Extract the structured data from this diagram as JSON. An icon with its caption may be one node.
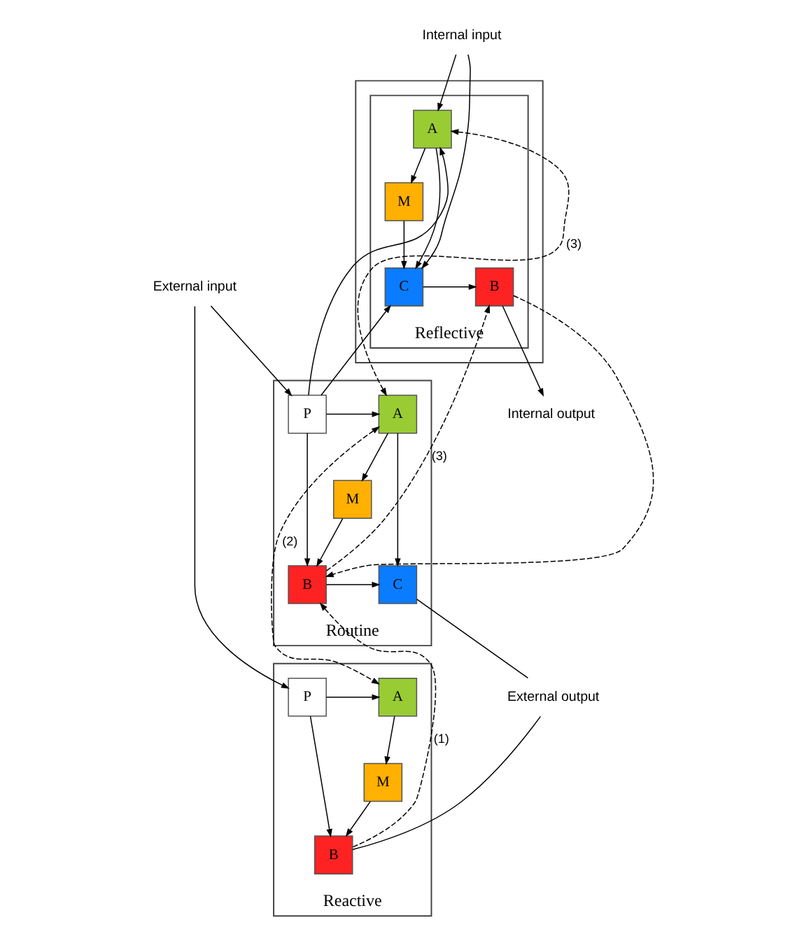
{
  "diagram": {
    "nodes": [
      {
        "text": [],
        "shape": "box"
      },
      {
        "text": [
          "Reflective"
        ],
        "in": 0
      },
      {
        "text": [
          "A"
        ],
        "in": 1
      },
      {
        "text": [
          "M"
        ],
        "in": 1
      },
      {
        "text": [
          "B"
        ],
        "in": 1
      },
      {
        "text": [
          "C"
        ],
        "in": 1
      },
      {
        "text": [
          "Routine"
        ]
      },
      {
        "text": [
          "P"
        ],
        "in": 6
      },
      {
        "text": [
          "A"
        ],
        "in": 6
      },
      {
        "text": [
          "M"
        ],
        "in": 6
      },
      {
        "text": [
          "B"
        ],
        "in": 6
      },
      {
        "text": [
          "C"
        ],
        "in": 6
      },
      {
        "text": [
          "Reactive"
        ]
      },
      {
        "text": [
          "P"
        ],
        "in": 12
      },
      {
        "text": [
          "A"
        ],
        "in": 12
      },
      {
        "text": [
          "M"
        ],
        "in": 12
      },
      {
        "text": [
          "B"
        ],
        "in": 12
      },
      {
        "text": [
          "Internal input"
        ]
      },
      {
        "text": [
          "Internal output"
        ]
      },
      {
        "text": [
          "External input"
        ]
      },
      {
        "text": [
          "External output"
        ]
      }
    ],
    "edges": [
      {
        "from": 2,
        "to": 3,
        "arrow": "to"
      },
      {
        "from": 2,
        "to": 5,
        "arrow": "to"
      },
      {
        "from": 3,
        "to": 5,
        "arrow": "to"
      },
      {
        "from": 5,
        "to": 4,
        "arrow": "to"
      },
      {
        "from": 7,
        "to": 2,
        "arrow": "to"
      },
      {
        "from": 7,
        "to": 5,
        "arrow": "to"
      },
      {
        "from": 17,
        "to": 2,
        "arrow": "to"
      },
      {
        "from": 17,
        "to": 5,
        "arrow": "to"
      },
      {
        "from": 4,
        "to": 18,
        "arrow": "to"
      },
      {
        "from": 4,
        "to": 10,
        "arrow": "to",
        "style": "dashed"
      },
      {
        "from": 10,
        "to": 4,
        "arrow": "to",
        "style": "dashed",
        "label": "(3)"
      },
      {
        "from": 8,
        "to": 2,
        "arrow": "both",
        "style": "dashed",
        "label": "(3)"
      },
      {
        "from": 7,
        "to": 8,
        "arrow": "to"
      },
      {
        "from": 8,
        "to": 9,
        "arrow": "to"
      },
      {
        "from": 7,
        "to": 10,
        "arrow": "to"
      },
      {
        "from": 9,
        "to": 10,
        "arrow": "to"
      },
      {
        "from": 8,
        "to": 11,
        "arrow": "to"
      },
      {
        "from": 10,
        "to": 11,
        "arrow": "to"
      },
      {
        "from": 11,
        "to": 20,
        "arrow": "none"
      },
      {
        "from": 19,
        "to": 7,
        "arrow": "to"
      },
      {
        "from": 19,
        "to": 13,
        "arrow": "to"
      },
      {
        "from": 16,
        "to": 10,
        "arrow": "to",
        "style": "dashed",
        "label": "(1)"
      },
      {
        "from": 8,
        "to": 14,
        "arrow": "both",
        "style": "dashed",
        "label": "(2)"
      },
      {
        "from": 13,
        "to": 14,
        "arrow": "to"
      },
      {
        "from": 14,
        "to": 15,
        "arrow": "to"
      },
      {
        "from": 13,
        "to": 16,
        "arrow": "to"
      },
      {
        "from": 15,
        "to": 16,
        "arrow": "to"
      },
      {
        "from": 16,
        "to": 20,
        "arrow": "none"
      }
    ]
  }
}
